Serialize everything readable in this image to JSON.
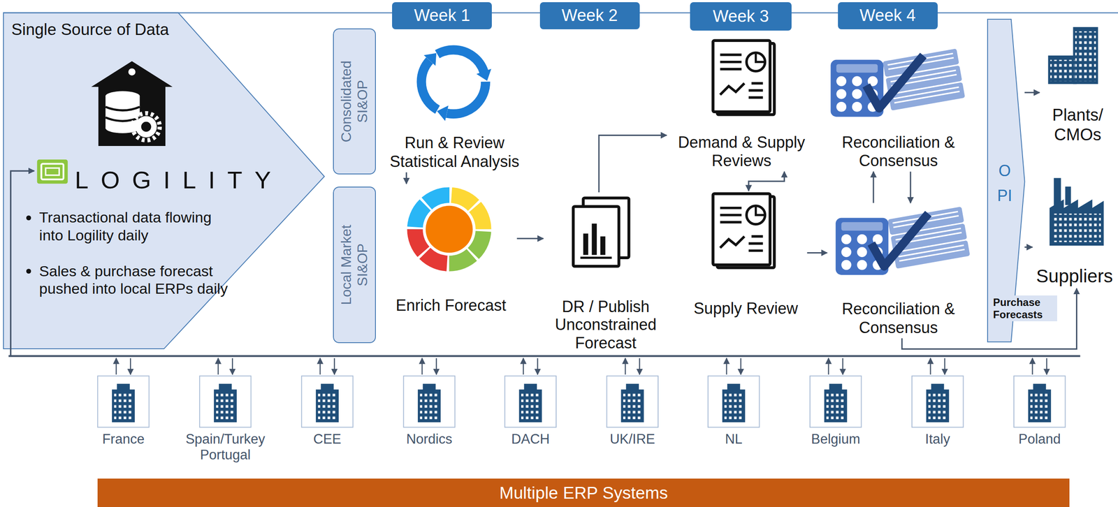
{
  "diagram": {
    "nodes": [
      {
        "text": [
          "Single Source of Data",
          "LOGILITY",
          "Transactional data flowing into Logility daily",
          "Sales & purchase forecast pushed into local ERPs daily"
        ]
      },
      {
        "text": [
          "Week 1"
        ]
      },
      {
        "text": [
          "Week 2"
        ]
      },
      {
        "text": [
          "Week 3"
        ]
      },
      {
        "text": [
          "Week 4"
        ]
      },
      {
        "text": [
          "Consolidated SI&OP"
        ]
      },
      {
        "text": [
          "Local Market SI&OP"
        ]
      },
      {
        "text": [
          "Run & Review Statistical Analysis"
        ]
      },
      {
        "text": [
          "Demand & Supply Reviews"
        ]
      },
      {
        "text": [
          "Reconciliation & Consensus"
        ]
      },
      {
        "text": [
          "Enrich Forecast"
        ]
      },
      {
        "text": [
          "DR / Publish Unconstrained Forecast"
        ]
      },
      {
        "text": [
          "Supply Review"
        ]
      },
      {
        "text": [
          "Reconciliation & Consensus"
        ]
      },
      {
        "text": [
          "OPI",
          "Purchase Forecasts"
        ]
      },
      {
        "text": [
          "Plants/ CMOs"
        ]
      },
      {
        "text": [
          "Suppliers"
        ]
      },
      {
        "text": [
          "France"
        ]
      },
      {
        "text": [
          "Spain/Turkey Portugal"
        ]
      },
      {
        "text": [
          "CEE"
        ]
      },
      {
        "text": [
          "Nordics"
        ]
      },
      {
        "text": [
          "DACH"
        ]
      },
      {
        "text": [
          "UK/IRE"
        ]
      },
      {
        "text": [
          "NL"
        ]
      },
      {
        "text": [
          "Belgium"
        ]
      },
      {
        "text": [
          "Italy"
        ]
      },
      {
        "text": [
          "Poland"
        ]
      },
      {
        "text": [
          "Multiple ERP Systems"
        ]
      }
    ],
    "edges": [
      {
        "from": 7,
        "to": 10,
        "arrow": "to"
      },
      {
        "from": 10,
        "to": 11,
        "arrow": "to"
      },
      {
        "from": 11,
        "to": 8,
        "arrow": "to"
      },
      {
        "from": 12,
        "to": 8,
        "arrow": "both"
      },
      {
        "from": 12,
        "to": 13,
        "arrow": "to"
      },
      {
        "from": 13,
        "to": 9,
        "arrow": "to"
      },
      {
        "from": 9,
        "to": 13,
        "arrow": "to"
      },
      {
        "from": 14,
        "to": 15,
        "arrow": "to"
      },
      {
        "from": 14,
        "to": 16,
        "arrow": "to"
      },
      {
        "from": 13,
        "to": 16,
        "arrow": "to"
      }
    ]
  }
}
